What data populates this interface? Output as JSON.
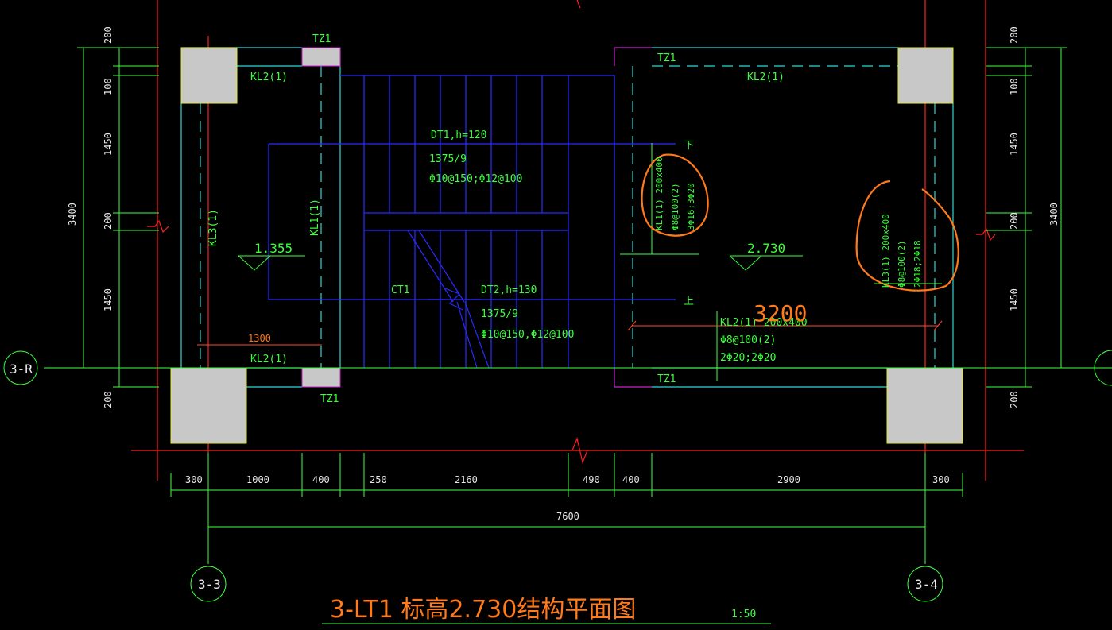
{
  "labels": {
    "tz1": "TZ1",
    "kl2": "KL2(1)",
    "kl3": "KL3(1)",
    "kl1": "KL1(1)",
    "dt1": "DT1,h=120",
    "dt1_steps": "1375/9",
    "dt1_rebar": "Φ10@150;Φ12@100",
    "dt2": "DT2,h=130",
    "dt2_steps": "1375/9",
    "dt2_rebar": "Φ10@150,Φ12@100",
    "ct1": "CT1",
    "down": "下",
    "up": "上",
    "elev_left": "1.355",
    "elev_right": "2.730",
    "kl1_callout": [
      "KL1(1) 200x400",
      "Φ8@100(2)",
      "3Φ16;3Φ20"
    ],
    "kl3_callout": [
      "KL3(1) 200x400",
      "Φ8@100(2)",
      "2Φ18;2Φ18"
    ],
    "kl2_callout": [
      "KL2(1) 200x400",
      "Φ8@100(2)",
      "2Φ20;2Φ20"
    ],
    "dim_3200": "3200",
    "dim_1300": "1300"
  },
  "dimensions": {
    "bottom": [
      "300",
      "1000",
      "400",
      "250",
      "2160",
      "490",
      "400",
      "2900",
      "300"
    ],
    "overall": "7600",
    "side": [
      "200",
      "100",
      "1450",
      "200",
      "1450",
      "200"
    ],
    "side_total": "3400"
  },
  "axes": {
    "left_row": "3-R",
    "col_left": "3-3",
    "col_right": "3-4"
  },
  "title": "3-LT1  标高2.730结构平面图",
  "scale": "1:50",
  "colors": {
    "background": "#000000",
    "axis_line": "#ff2020",
    "dimension": "#3cff3c",
    "stair": "#2a2aff",
    "beam": "#2fd6d6",
    "column": "#c8c8c8",
    "annotation": "#ff7a1a",
    "tz_outline": "#d020d0"
  }
}
